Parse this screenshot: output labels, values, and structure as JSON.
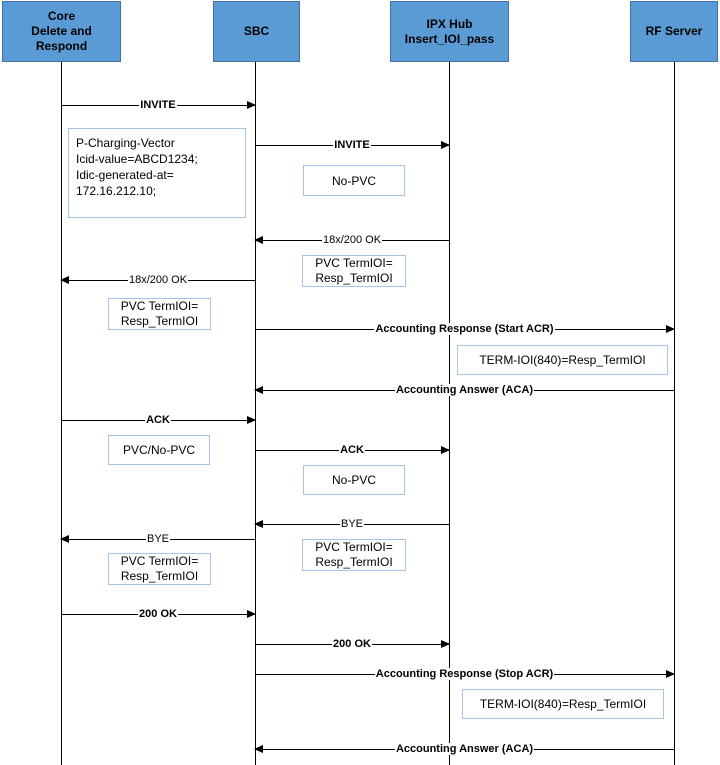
{
  "actors": [
    {
      "label": "Core\nDelete and\nRespond"
    },
    {
      "label": "SBC"
    },
    {
      "label": "IPX Hub\nInsert_IOI_pass"
    },
    {
      "label": "RF Server"
    }
  ],
  "messages": {
    "m1": "INVITE",
    "m2": "INVITE",
    "m3": "18x/200 OK",
    "m4": "18x/200 OK",
    "m5": "Accounting Response (Start ACR)",
    "m6": "Accounting Answer (ACA)",
    "m7": "ACK",
    "m8": "ACK",
    "m9": "BYE",
    "m10": "BYE",
    "m11": "200 OK",
    "m12": "200 OK",
    "m13": "Accounting Response (Stop ACR)",
    "m14": "Accounting Answer (ACA)"
  },
  "notes": {
    "n1": "P-Charging-Vector\nIcid-value=ABCD1234;\nIdic-generated-at=\n172.16.212.10;",
    "n2": "No-PVC",
    "n3": "PVC TermIOI=\nResp_TermIOI",
    "n4": "PVC TermIOI=\nResp_TermIOI",
    "n5": "TERM-IOI(840)=Resp_TermIOI",
    "n6": "PVC/No-PVC",
    "n7": "No-PVC",
    "n8": "PVC TermIOI=\nResp_TermIOI",
    "n9": "PVC TermIOI=\nResp_TermIOI",
    "n10": "TERM-IOI(840)=Resp_TermIOI"
  }
}
